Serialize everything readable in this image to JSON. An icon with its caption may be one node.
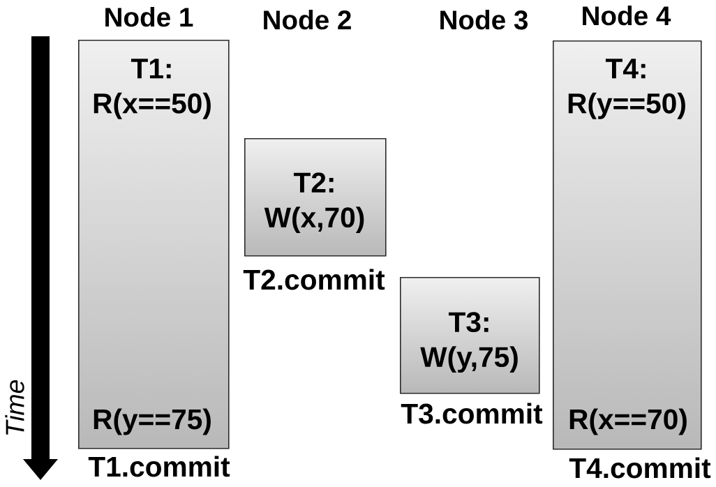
{
  "diagram": {
    "nodes": [
      {
        "text": [
          "T1: R(x==50)",
          "R(y==75)"
        ],
        "beside": [
          "T1.commit"
        ]
      },
      {
        "text": [
          "T2: W(x,70)"
        ],
        "beside": [
          "T2.commit"
        ]
      },
      {
        "text": [
          "T3: W(y,75)"
        ],
        "beside": [
          "T3.commit"
        ]
      },
      {
        "text": [
          "T4: R(y==50)",
          "R(x==70)"
        ],
        "beside": [
          "T4.commit"
        ]
      }
    ],
    "labels": [
      "Node 1",
      "Node 2",
      "Node 3",
      "Node 4",
      "Time"
    ]
  }
}
